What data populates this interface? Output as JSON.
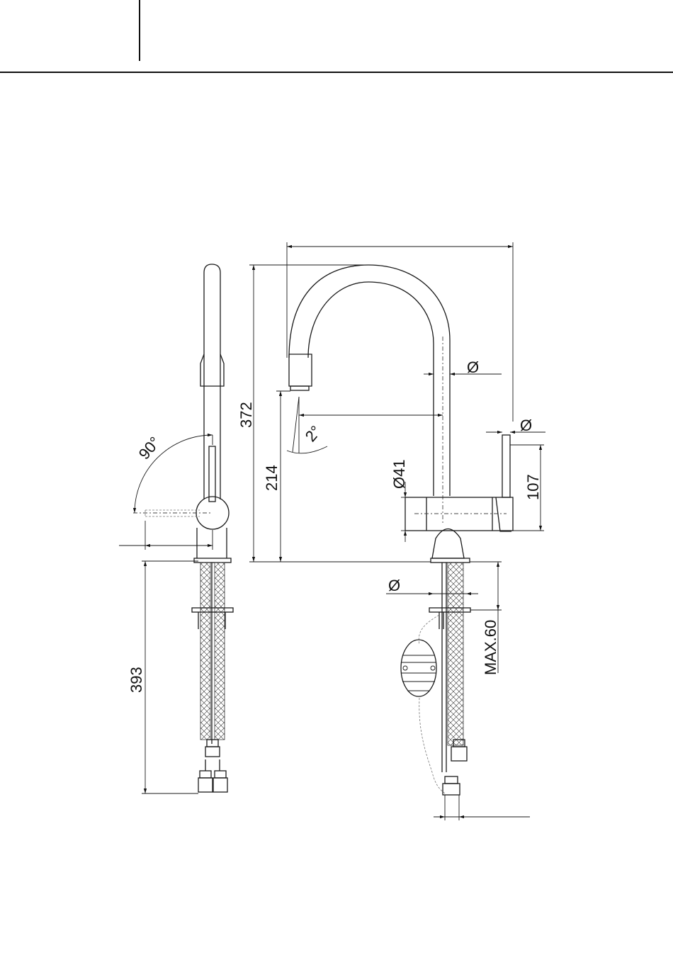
{
  "dimensions": {
    "height_total": "372",
    "spout_height": "214",
    "handle_height": "107",
    "body_diameter": "Ø41",
    "hose_length": "393",
    "max_thickness": "MAX.60",
    "handle_angle": "90°",
    "spout_angle": "2°",
    "tube_diameter": "Ø",
    "lever_diameter": "Ø",
    "shank_diameter": "Ø"
  },
  "views": [
    "side-view",
    "front-view"
  ],
  "colors": {
    "line": "#1a1a1a",
    "ghost": "#777777",
    "background": "#ffffff"
  }
}
